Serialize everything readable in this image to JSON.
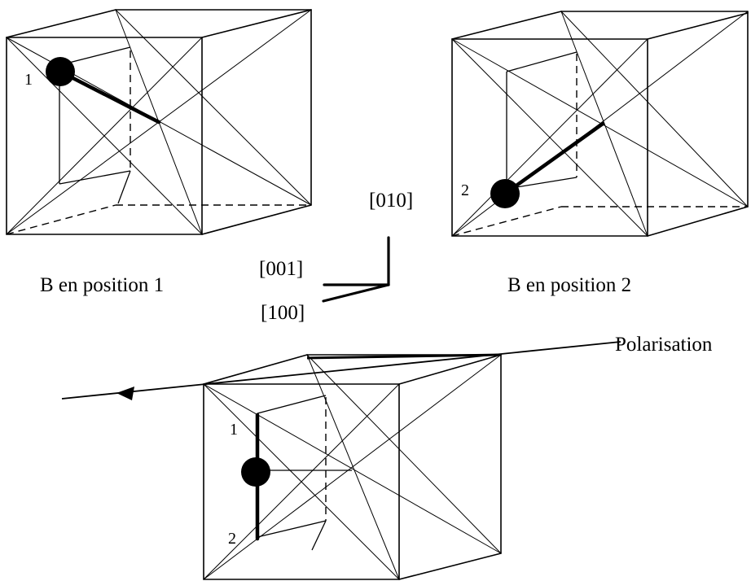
{
  "labels": {
    "position_1": "B en position 1",
    "position_2": "B en position 2",
    "polarisation": "Polarisation",
    "site_1": "1",
    "site_2": "2"
  },
  "axes": {
    "a010": "[010]",
    "a001": "[001]",
    "a100": "[100]"
  }
}
